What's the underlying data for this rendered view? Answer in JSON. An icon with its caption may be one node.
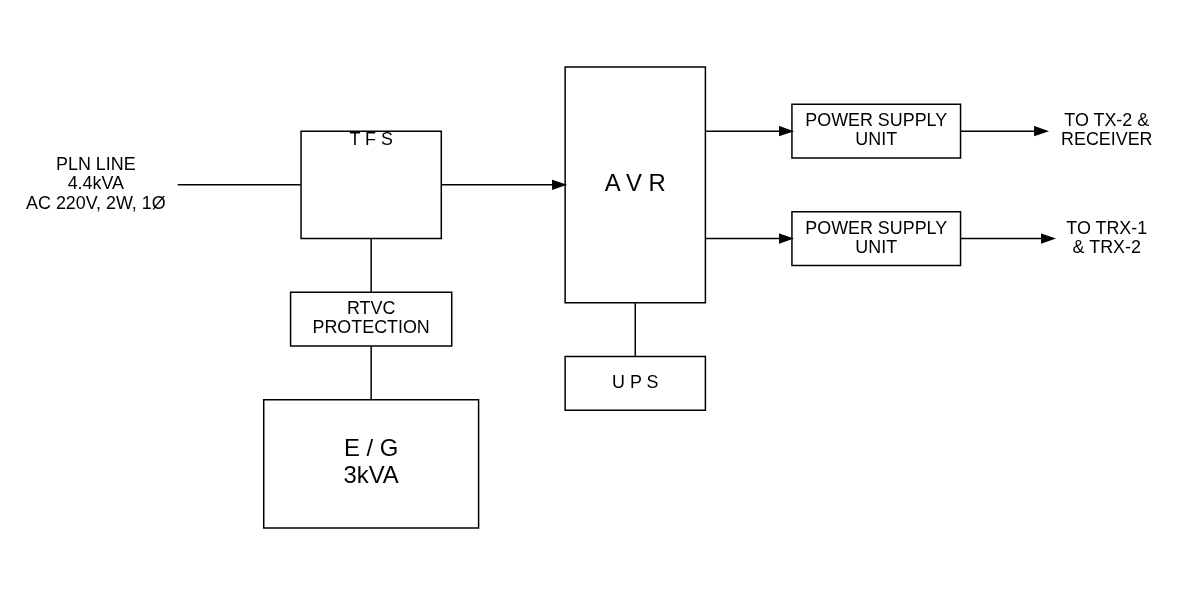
{
  "diagram": {
    "nodes": [
      {
        "text": [
          "PLN LINE",
          "4.4kVA AC 220V, 2W, 1Ø"
        ]
      },
      {
        "text": [
          "T F S"
        ]
      },
      {
        "text": [
          "A V R"
        ]
      },
      {
        "text": [
          "POWER SUPPLY UNIT"
        ]
      },
      {
        "text": [
          "POWER SUPPLY UNIT"
        ]
      },
      {
        "text": [
          "TO TX-2 & RECEIVER"
        ]
      },
      {
        "text": [
          "TO TRX-1 & TRX-2"
        ]
      },
      {
        "text": [
          "RTVC PROTECTION"
        ]
      },
      {
        "text": [
          "U P S"
        ]
      },
      {
        "text": [
          "E / G",
          "3kVA"
        ]
      }
    ],
    "edges": [
      {
        "from": 0,
        "to": 1,
        "arrow": "none"
      },
      {
        "from": 1,
        "to": 2,
        "arrow": "to"
      },
      {
        "from": 2,
        "to": 3,
        "arrow": "to"
      },
      {
        "from": 2,
        "to": 4,
        "arrow": "to"
      },
      {
        "from": 3,
        "to": 5,
        "arrow": "to"
      },
      {
        "from": 4,
        "to": 6,
        "arrow": "to"
      },
      {
        "from": 1,
        "to": 7,
        "arrow": "none"
      },
      {
        "from": 7,
        "to": 9,
        "arrow": "none"
      },
      {
        "from": 2,
        "to": 8,
        "arrow": "none"
      }
    ]
  }
}
